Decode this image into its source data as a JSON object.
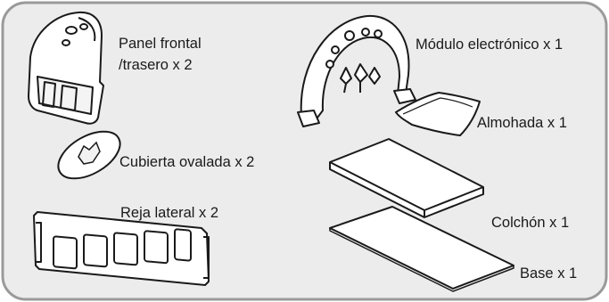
{
  "labels": {
    "panel_frontal_line1": "Panel frontal",
    "panel_frontal_line2": "/trasero x 2",
    "cubierta_ovalada": "Cubierta ovalada x 2",
    "reja_lateral": "Reja lateral x 2",
    "modulo_electronico": "Módulo electrónico x 1",
    "almohada": "Almohada x 1",
    "colchon": "Colchón x 1",
    "base": "Base x 1"
  },
  "colors": {
    "panel_background": "#ececec",
    "panel_border": "#9a9a9a",
    "part_fill": "#ffffff",
    "part_stroke": "#1a1a1a"
  }
}
